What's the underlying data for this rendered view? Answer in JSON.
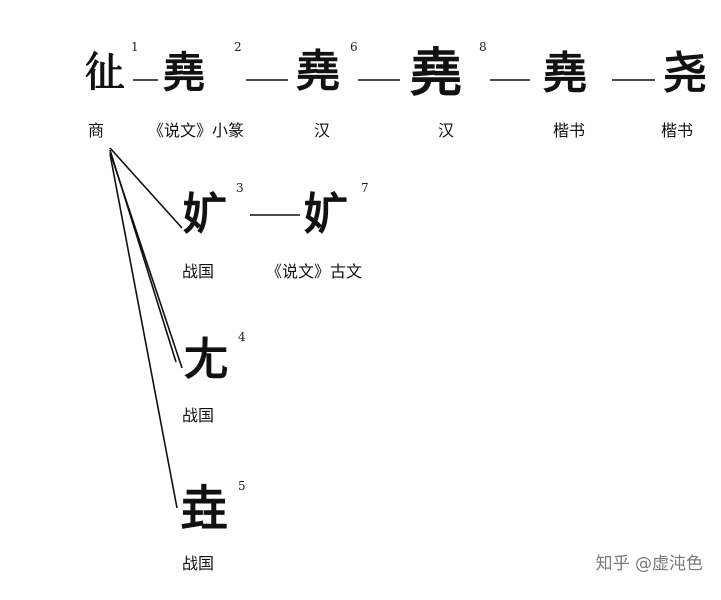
{
  "diagram": {
    "glyphs": [
      {
        "id": 1,
        "char": "𢓊",
        "caption": "商"
      },
      {
        "id": 2,
        "char": "堯",
        "caption": "《说文》小篆"
      },
      {
        "id": 6,
        "char": "堯",
        "caption": "汉"
      },
      {
        "id": 8,
        "char": "堯",
        "caption": "汉"
      },
      {
        "id": 9,
        "char": "堯",
        "caption": "楷书"
      },
      {
        "id": 10,
        "char": "尧",
        "caption": "楷书"
      },
      {
        "id": 3,
        "char": "㚧",
        "caption": "战国"
      },
      {
        "id": 7,
        "char": "㚧",
        "caption": "《说文》古文"
      },
      {
        "id": 4,
        "char": "尢",
        "caption": "战国"
      },
      {
        "id": 5,
        "char": "垚",
        "caption": "战国"
      }
    ],
    "labels": {
      "n1": "1",
      "n2": "2",
      "n6": "6",
      "n8": "8",
      "n3": "3",
      "n7": "7",
      "n4": "4",
      "n5": "5"
    },
    "connector": "—"
  },
  "watermark": "知乎 @虚沌色",
  "colors": {
    "ink": "#111111",
    "background": "#ffffff",
    "watermark": "#7a7a7a"
  }
}
